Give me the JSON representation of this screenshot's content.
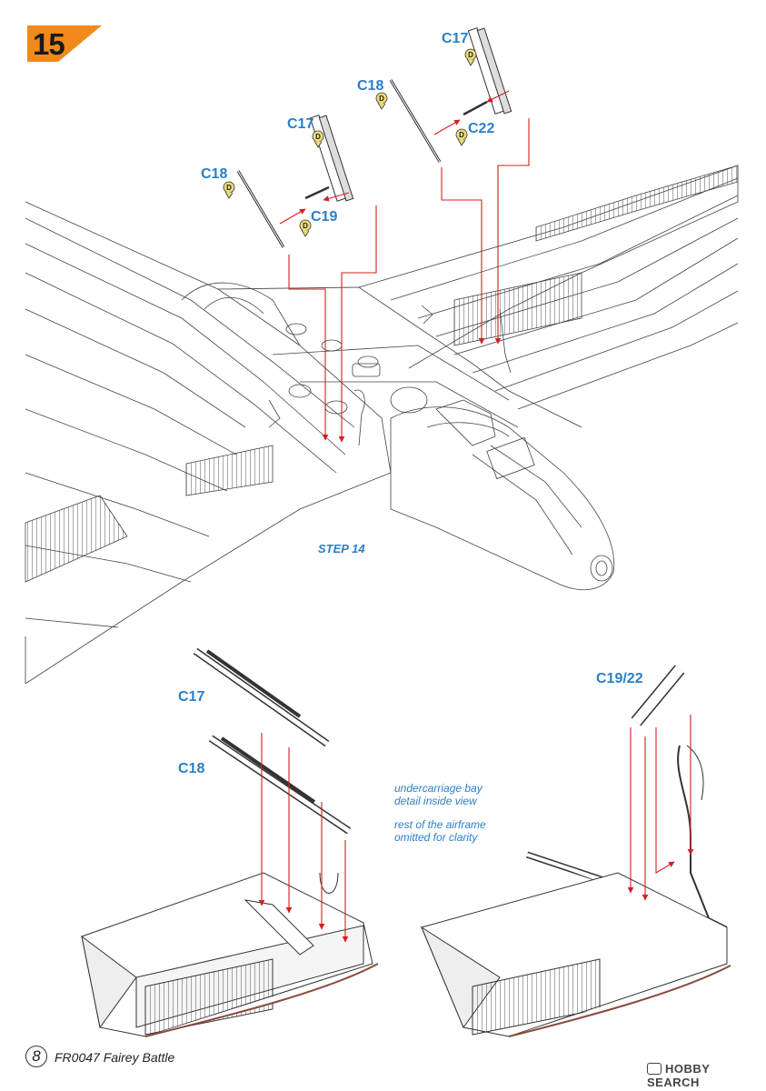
{
  "step": {
    "number": "15",
    "badge_color": "#f08a1c"
  },
  "parts": {
    "top_right": {
      "c17": "C17",
      "c18": "C18",
      "c22": "C22"
    },
    "top_left": {
      "c17": "C17",
      "c18": "C18",
      "c19": "C19"
    },
    "bottom_left": {
      "c17": "C17",
      "c18": "C18"
    },
    "bottom_right": {
      "c19_22": "C19/22"
    }
  },
  "paint_code": "D",
  "step_ref": "STEP 14",
  "notes": {
    "line1": "undercarriage bay",
    "line2": "detail inside view",
    "line3": "rest of the airframe",
    "line4": "omitted for clarity"
  },
  "footer": {
    "page_number": "8",
    "kit_title": "FR0047 Fairey Battle"
  },
  "watermark": {
    "text": "HOBBY SEARCH"
  },
  "colors": {
    "label_blue": "#2b7fc9",
    "arrow_red": "#d32020",
    "paint_chip": "#e8dc7a"
  }
}
